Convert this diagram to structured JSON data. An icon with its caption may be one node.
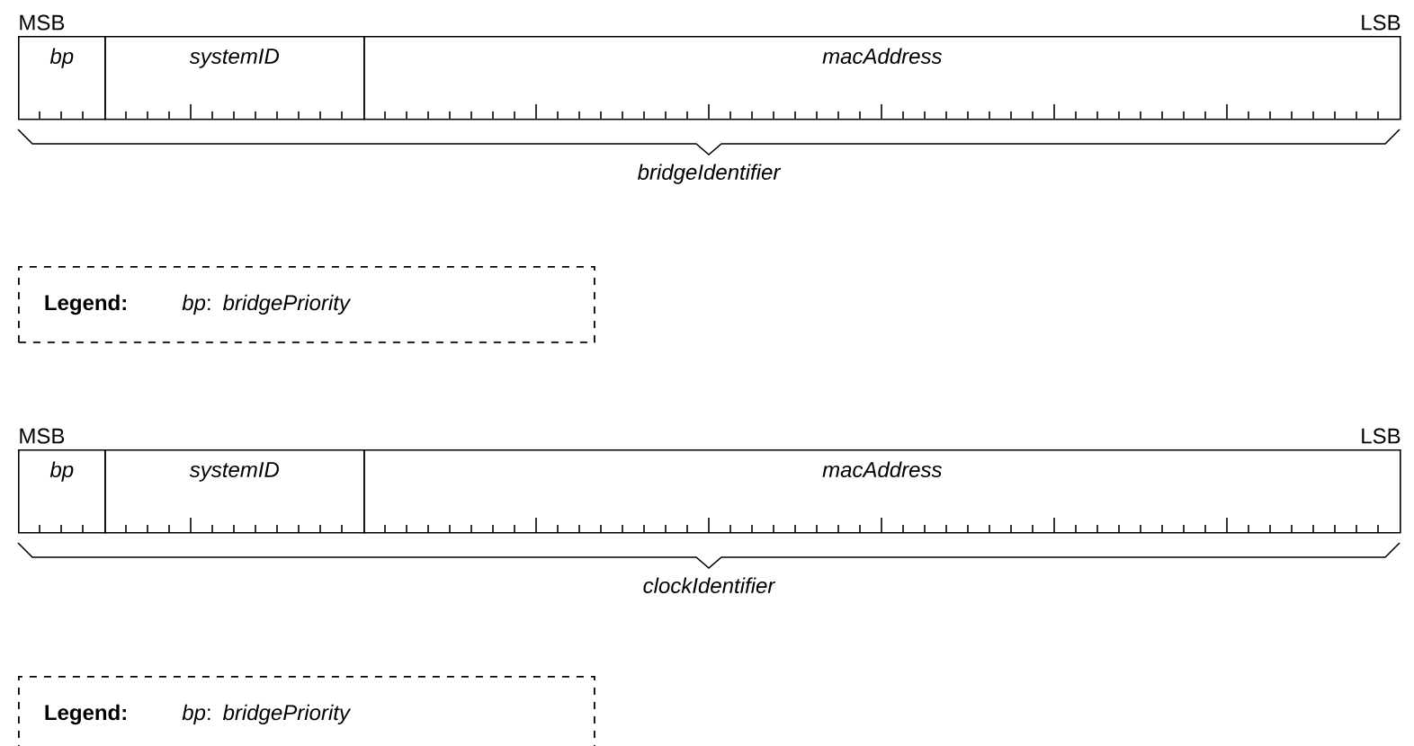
{
  "diagram": {
    "nodes": [
      {
        "text": [
          "bp"
        ]
      },
      {
        "text": [
          "systemID"
        ]
      },
      {
        "text": [
          "macAddress"
        ]
      },
      {
        "text": [
          "Legend:",
          "*bp*: *bridgePriority*"
        ]
      },
      {
        "text": [
          "bp"
        ]
      },
      {
        "text": [
          "systemID"
        ]
      },
      {
        "text": [
          "macAddress"
        ]
      },
      {
        "text": [
          "Legend:",
          "*bp*: *bridgePriority*"
        ]
      }
    ],
    "labels": [
      "MSB",
      "LSB",
      "bridgeIdentifier",
      "MSB",
      "LSB",
      "clockIdentifier"
    ]
  }
}
